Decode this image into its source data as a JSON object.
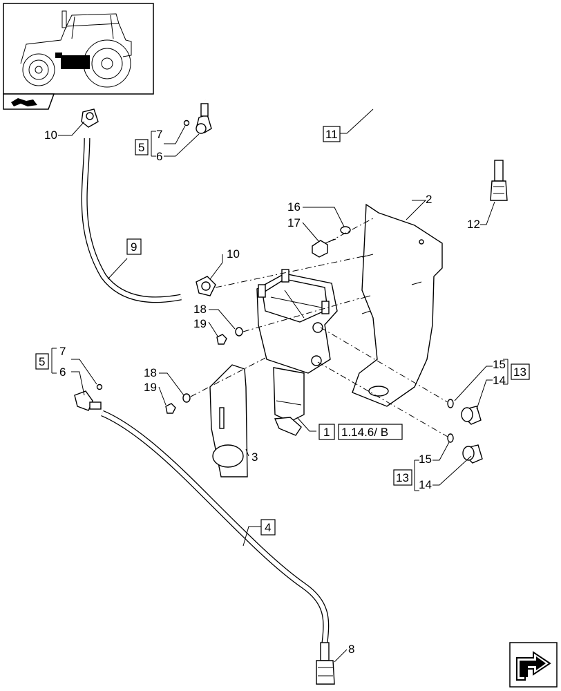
{
  "callouts": {
    "c10a": "10",
    "c10b": "10",
    "c9": "9",
    "c5a": "5",
    "c7a": "7",
    "c6a": "6",
    "c11": "11",
    "c12": "12",
    "c16": "16",
    "c17": "17",
    "c2": "2",
    "c18a": "18",
    "c19a": "19",
    "c18b": "18",
    "c19b": "19",
    "c5b": "5",
    "c7b": "7",
    "c6b": "6",
    "c1": "1",
    "c1ref": "1.14.6/  B",
    "c3": "3",
    "c15a": "15",
    "c14a": "14",
    "c13a": "13",
    "c15b": "15",
    "c14b": "14",
    "c13b": "13",
    "c4": "4",
    "c8": "8"
  },
  "icons": {
    "thumbnail": "tractor-location-thumbnail",
    "prev": "previous-page-arrow-icon",
    "next": "next-page-arrow-icon"
  }
}
